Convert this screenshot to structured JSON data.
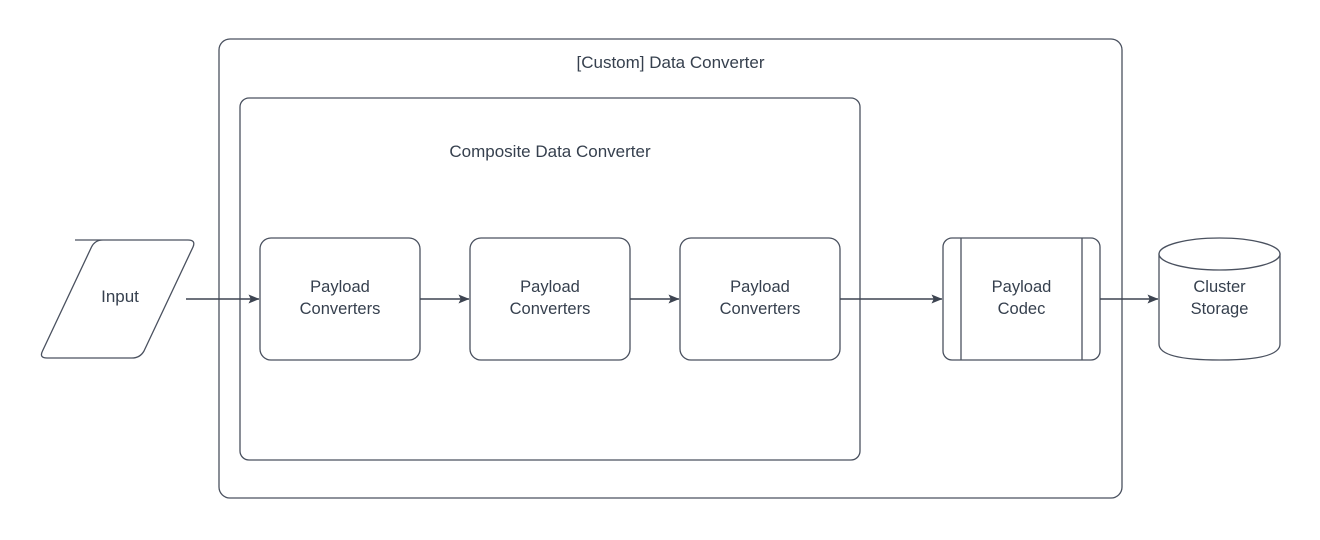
{
  "diagram": {
    "type": "flowchart",
    "background_color": "#ffffff",
    "stroke_color": "#4a515f",
    "text_color": "#36404e",
    "containers": [
      {
        "id": "custom-data-converter",
        "title": "[Custom] Data Converter",
        "shape": "rounded-rectangle"
      },
      {
        "id": "composite-data-converter",
        "title": "Composite Data Converter",
        "shape": "rounded-rectangle"
      }
    ],
    "nodes": [
      {
        "id": "input",
        "label": "Input",
        "shape": "parallelogram"
      },
      {
        "id": "payload-converters-1",
        "label": "Payload\nConverters",
        "shape": "rounded-rectangle"
      },
      {
        "id": "payload-converters-2",
        "label": "Payload\nConverters",
        "shape": "rounded-rectangle"
      },
      {
        "id": "payload-converters-3",
        "label": "Payload\nConverters",
        "shape": "rounded-rectangle"
      },
      {
        "id": "payload-codec",
        "label": "Payload\nCodec",
        "shape": "predefined-process"
      },
      {
        "id": "cluster-storage",
        "label": "Cluster\nStorage",
        "shape": "cylinder"
      }
    ],
    "edges": [
      {
        "from": "input",
        "to": "payload-converters-1",
        "arrow": "solid-filled"
      },
      {
        "from": "payload-converters-1",
        "to": "payload-converters-2",
        "arrow": "solid-filled"
      },
      {
        "from": "payload-converters-2",
        "to": "payload-converters-3",
        "arrow": "solid-filled"
      },
      {
        "from": "payload-converters-3",
        "to": "payload-codec",
        "arrow": "solid-filled"
      },
      {
        "from": "payload-codec",
        "to": "cluster-storage",
        "arrow": "solid-filled"
      }
    ]
  }
}
